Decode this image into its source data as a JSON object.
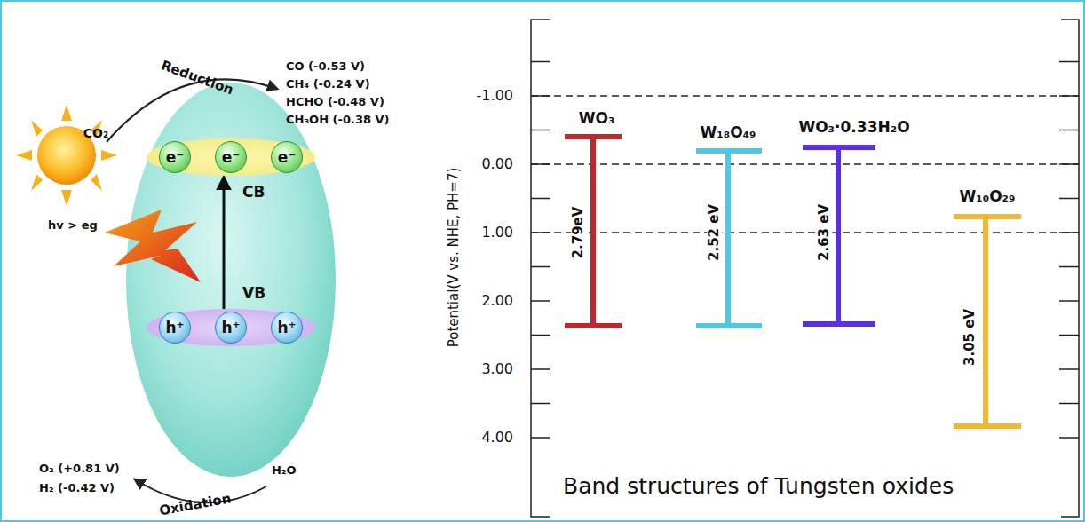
{
  "diagram": {
    "nodes": [
      {
        "text": [
          "CB"
        ]
      },
      {
        "text": [
          "e⁻"
        ],
        "in": 0
      },
      {
        "text": [
          "e⁻"
        ],
        "in": 0
      },
      {
        "text": [
          "e⁻"
        ],
        "in": 0
      },
      {
        "text": [
          "VB"
        ]
      },
      {
        "text": [
          "h⁺"
        ],
        "in": 4
      },
      {
        "text": [
          "h⁺"
        ],
        "in": 4
      },
      {
        "text": [
          "h⁺"
        ],
        "in": 4
      }
    ],
    "edges": [
      {
        "from": 4,
        "to": 0,
        "arrow": "to"
      }
    ],
    "labels": [
      "hv > eg",
      "CO₂",
      "Reduction",
      "CO (-0.53 V)",
      "CH₄ (-0.24 V)",
      "HCHO (-0.48 V)",
      "CH₃OH (-0.38 V)",
      "O₂ (+0.81 V)",
      "H₂ (-0.42 V)",
      "Oxidation",
      "H₂O",
      "-1.00",
      "0.00",
      "1.00",
      "2.00",
      "3.00",
      "4.00",
      "Potential(V vs. NHE, PH=7)",
      "WO₃",
      "W₁₈O₄₉",
      "WO₃·0.33H₂O",
      "W₁₀O₂₉",
      "2.79eV",
      "2.52 eV",
      "2.63 eV",
      "3.05 eV",
      "Band structures of Tungsten oxides"
    ]
  }
}
